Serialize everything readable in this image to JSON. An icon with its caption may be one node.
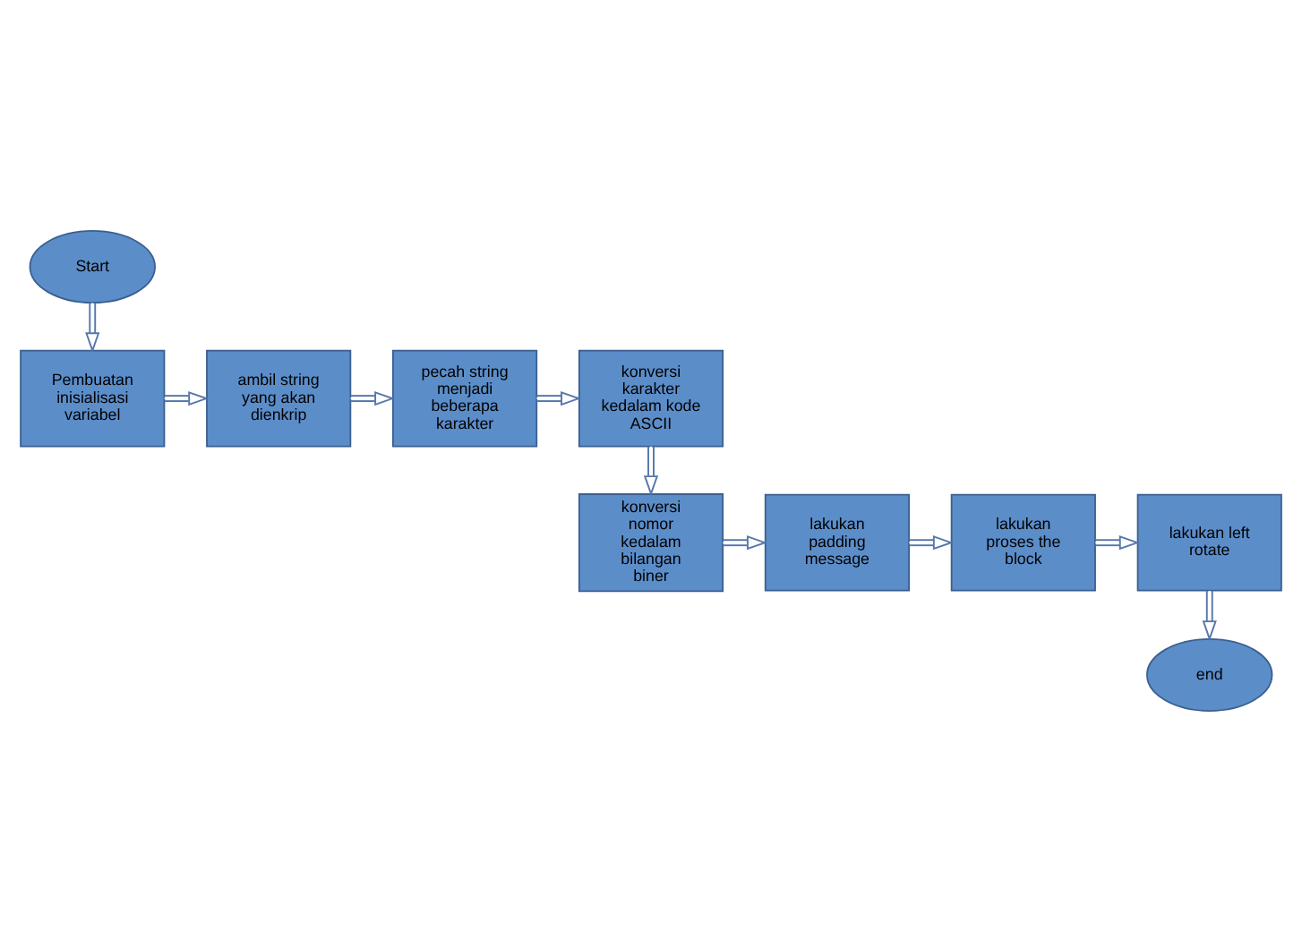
{
  "diagram": {
    "nodes": [
      {
        "text": [
          "Start"
        ]
      },
      {
        "text": [
          "Pembuatan inisialisasi variabel"
        ]
      },
      {
        "text": [
          "ambil string yang akan dienkrip"
        ]
      },
      {
        "text": [
          "pecah string menjadi beberapa karakter"
        ]
      },
      {
        "text": [
          "konversi karakter kedalam kode ASCII"
        ]
      },
      {
        "text": [
          "konversi nomor kedalam bilangan biner"
        ]
      },
      {
        "text": [
          "lakukan padding message"
        ]
      },
      {
        "text": [
          "lakukan proses the block"
        ]
      },
      {
        "text": [
          "lakukan left rotate"
        ]
      },
      {
        "text": [
          "end"
        ]
      }
    ],
    "edges": [
      {
        "from": 0,
        "to": 1,
        "arrow": "to"
      },
      {
        "from": 1,
        "to": 2,
        "arrow": "to"
      },
      {
        "from": 2,
        "to": 3,
        "arrow": "to"
      },
      {
        "from": 3,
        "to": 4,
        "arrow": "to"
      },
      {
        "from": 4,
        "to": 5,
        "arrow": "to"
      },
      {
        "from": 5,
        "to": 6,
        "arrow": "to"
      },
      {
        "from": 6,
        "to": 7,
        "arrow": "to"
      },
      {
        "from": 7,
        "to": 8,
        "arrow": "to"
      },
      {
        "from": 8,
        "to": 9,
        "arrow": "to"
      }
    ]
  }
}
